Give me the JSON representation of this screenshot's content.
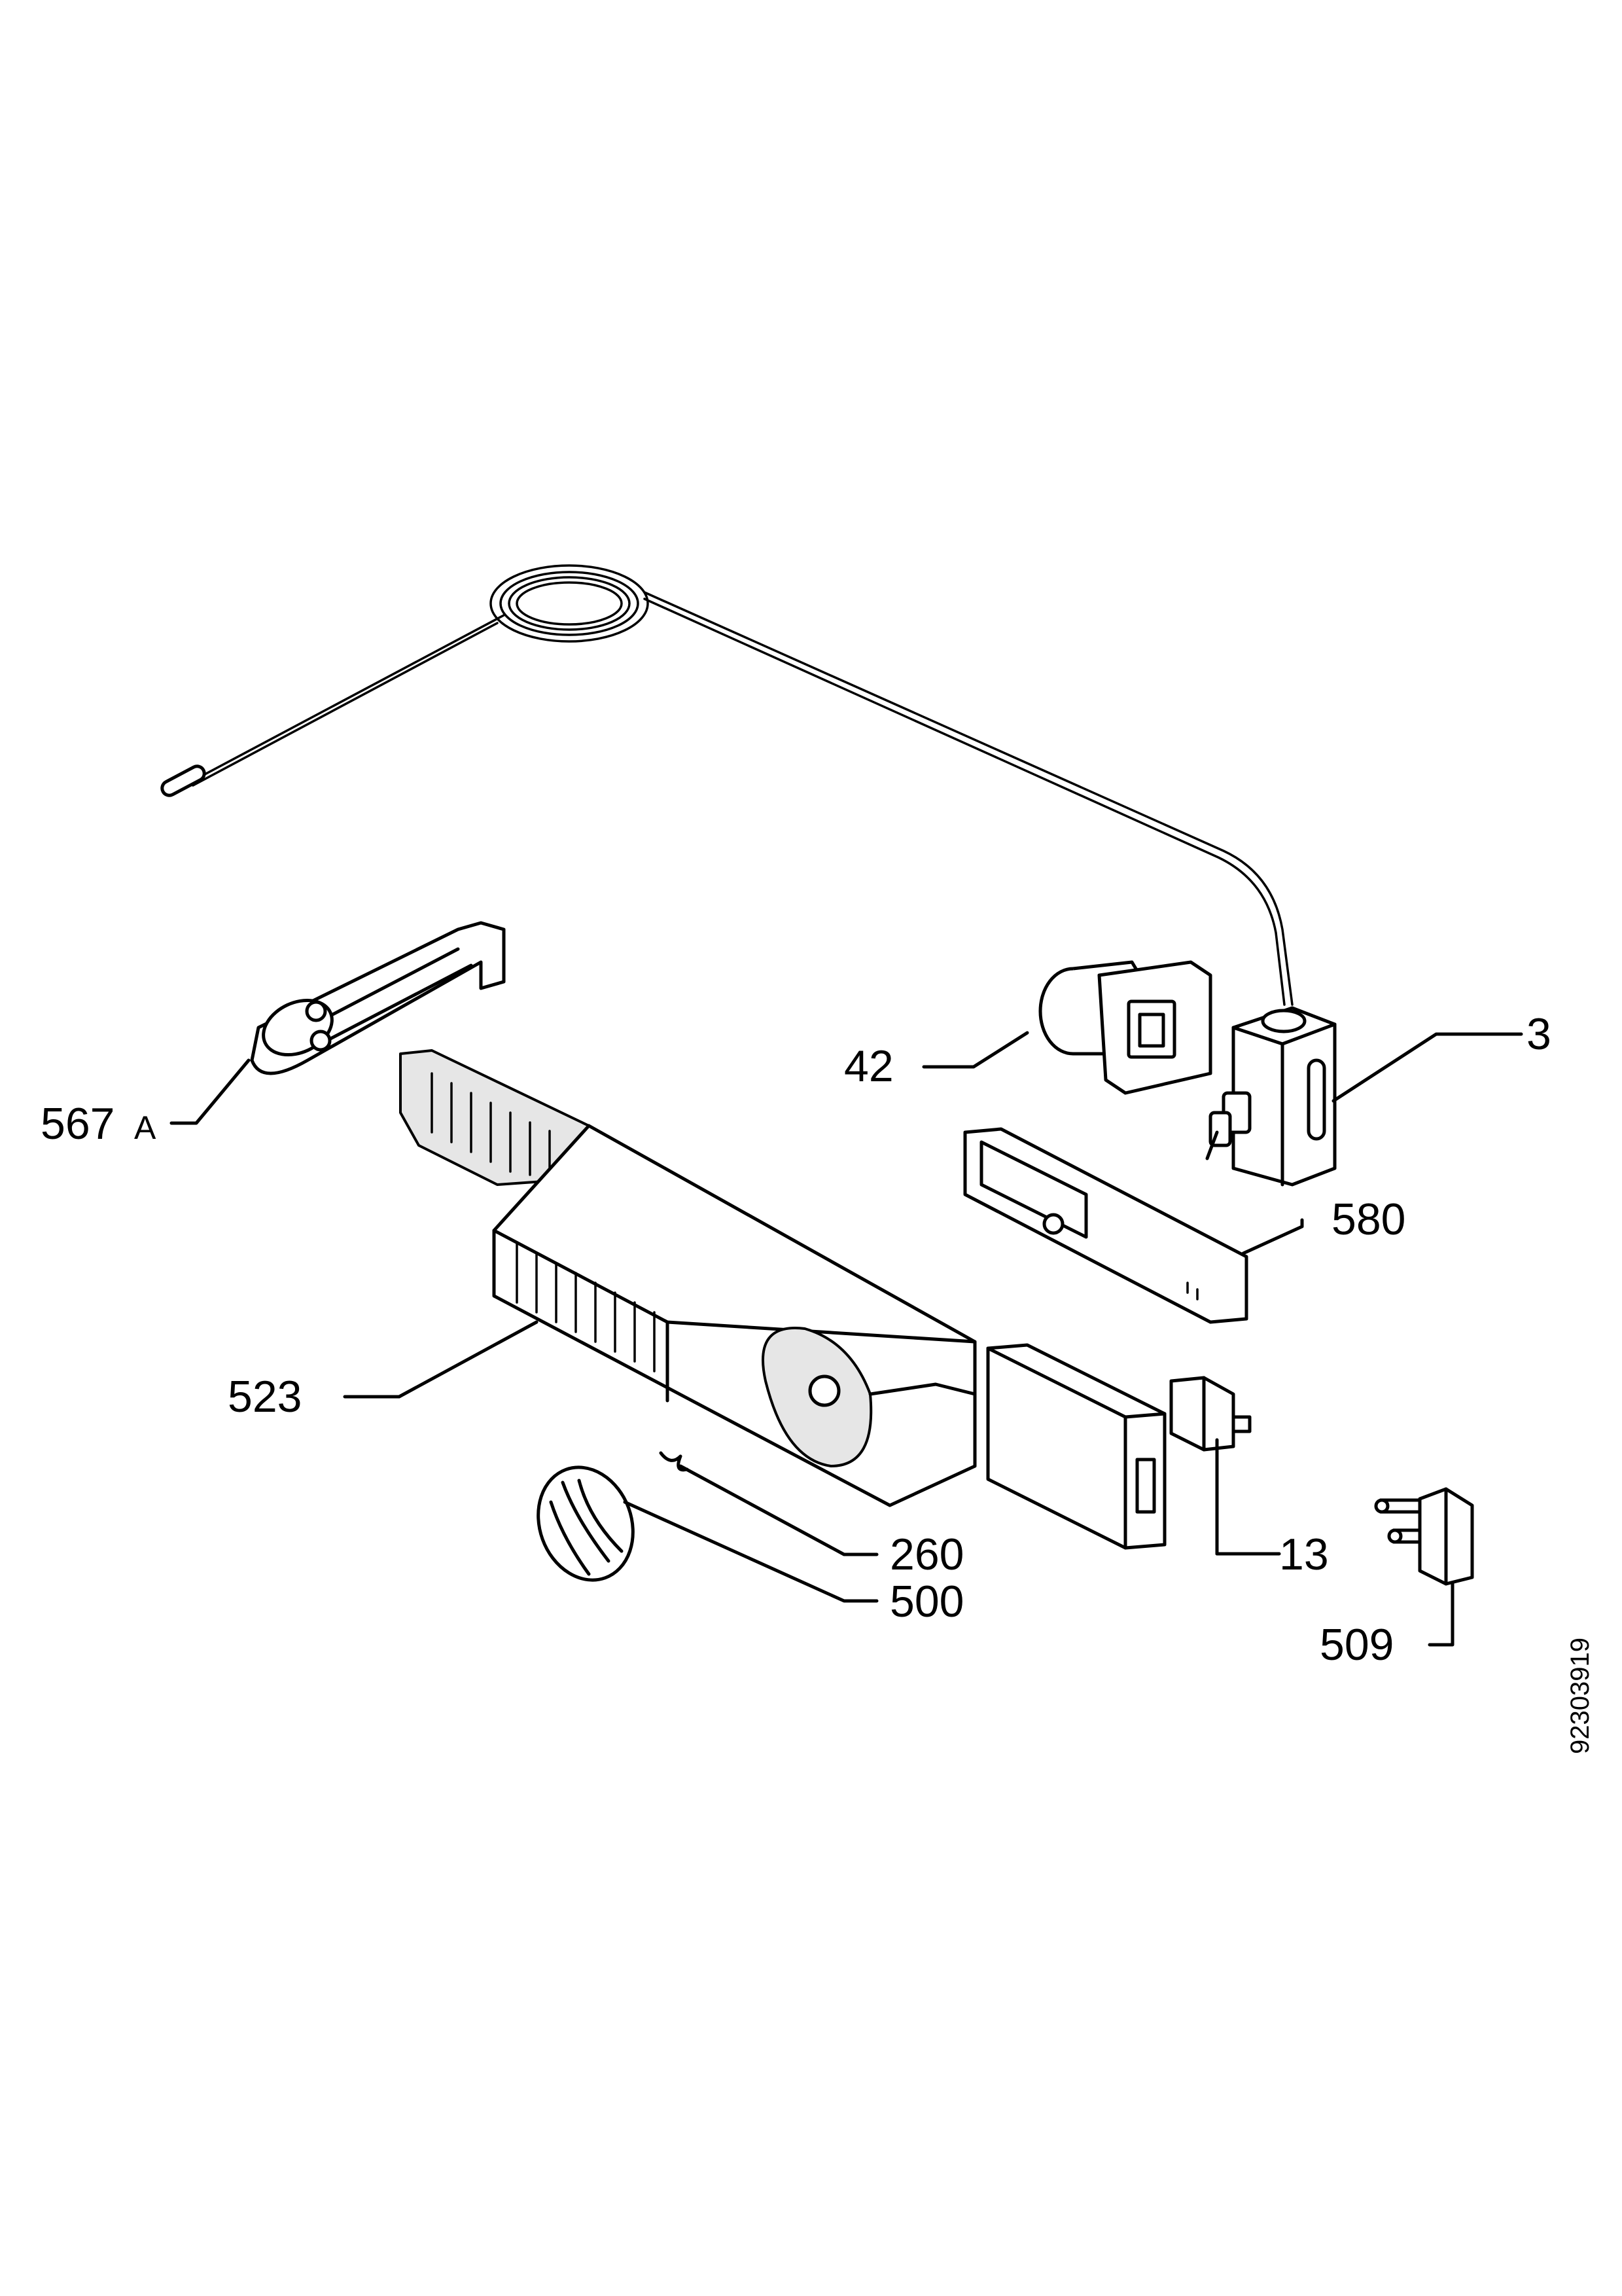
{
  "diagram": {
    "drawing_number": "92303919",
    "callouts": {
      "sensor_bulb": "3",
      "lamp_holder": "42",
      "lamp_cover_clip": "567",
      "lamp_cover_clip_suffix": "A",
      "control_housing": "523",
      "scale_plate": "580",
      "switch": "13",
      "spring_clip": "260",
      "knob": "500",
      "door_switch": "509"
    },
    "colors": {
      "line": "#000000",
      "background": "#ffffff",
      "shade": "#e6e6e6"
    },
    "parts": [
      {
        "name": "thermostat",
        "icon": "thermostat-icon"
      },
      {
        "name": "lamp-holder",
        "icon": "lamp-holder-icon"
      },
      {
        "name": "lamp-cover-clip",
        "icon": "clip-icon"
      },
      {
        "name": "control-housing",
        "icon": "housing-icon"
      },
      {
        "name": "scale-plate",
        "icon": "plate-icon"
      },
      {
        "name": "switch",
        "icon": "switch-icon"
      },
      {
        "name": "spring-clip",
        "icon": "spring-icon"
      },
      {
        "name": "knob",
        "icon": "knob-icon"
      },
      {
        "name": "door-switch",
        "icon": "door-switch-icon"
      }
    ]
  }
}
